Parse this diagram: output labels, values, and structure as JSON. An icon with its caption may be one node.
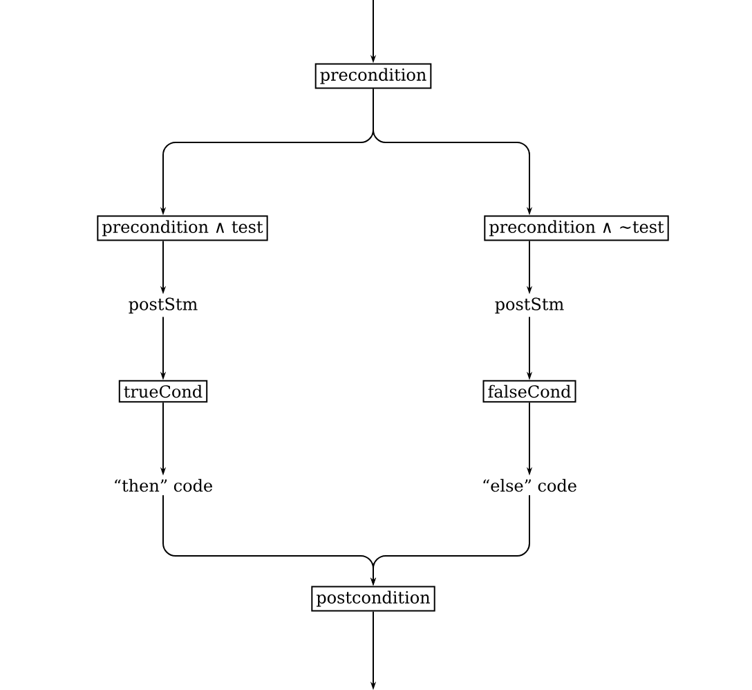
{
  "diagram": {
    "nodes": [
      {
        "text": [
          "precondition"
        ]
      },
      {
        "text": [
          "precondition ∧ test"
        ]
      },
      {
        "text": [
          "precondition ∧ ~test"
        ]
      },
      {
        "text": [
          "postStm"
        ]
      },
      {
        "text": [
          "trueCond"
        ]
      },
      {
        "text": [
          "“then” code"
        ]
      },
      {
        "text": [
          "postStm"
        ]
      },
      {
        "text": [
          "falseCond"
        ]
      },
      {
        "text": [
          "“else” code"
        ]
      },
      {
        "text": [
          "postcondition"
        ]
      }
    ],
    "edges": [
      {
        "from": null,
        "to": 0,
        "arrow": "to"
      },
      {
        "from": 0,
        "to": 1,
        "arrow": "to"
      },
      {
        "from": 0,
        "to": 2,
        "arrow": "to"
      },
      {
        "from": 1,
        "to": 3,
        "arrow": "to"
      },
      {
        "from": 3,
        "to": 4,
        "arrow": "to"
      },
      {
        "from": 4,
        "to": 5,
        "arrow": "to"
      },
      {
        "from": 2,
        "to": 6,
        "arrow": "to"
      },
      {
        "from": 6,
        "to": 7,
        "arrow": "to"
      },
      {
        "from": 7,
        "to": 8,
        "arrow": "to"
      },
      {
        "from": 5,
        "to": 9,
        "arrow": "to"
      },
      {
        "from": 8,
        "to": 9,
        "arrow": "to"
      },
      {
        "from": 9,
        "to": null,
        "arrow": "to"
      }
    ]
  }
}
